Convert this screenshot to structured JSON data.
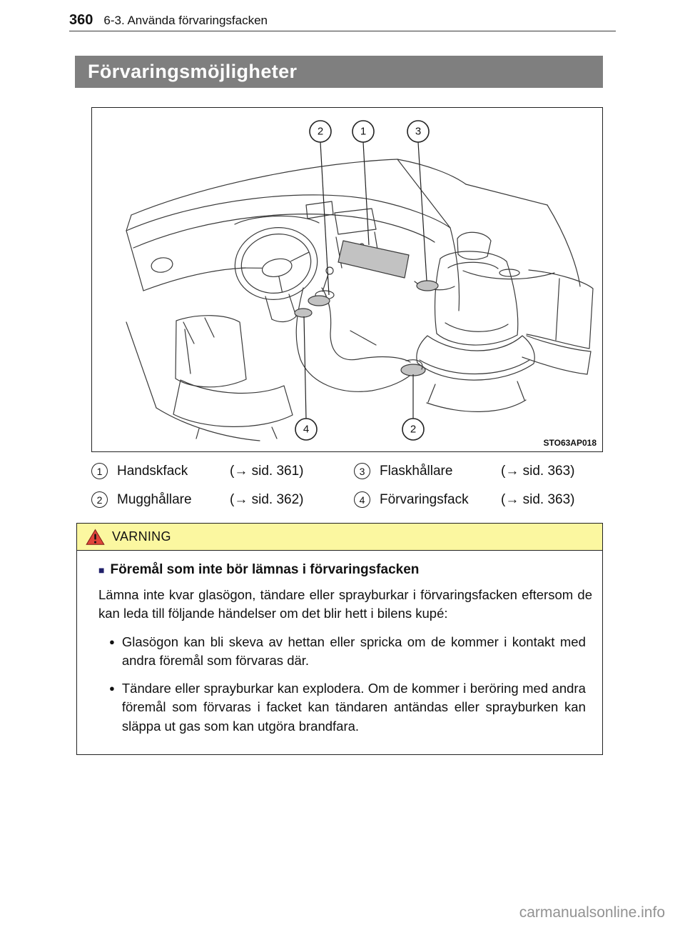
{
  "page": {
    "number": "360",
    "section_header": "6-3. Använda förvaringsfacken",
    "title": "Förvaringsmöjligheter",
    "watermark": "carmanualsonline.info"
  },
  "figure": {
    "code": "STO63AP018",
    "callouts": [
      "2",
      "1",
      "3",
      "4",
      "2"
    ]
  },
  "legend": [
    {
      "num": "1",
      "label": "Handskfack",
      "ref": "(→ sid. 361)"
    },
    {
      "num": "2",
      "label": "Mugghållare",
      "ref": "(→ sid. 362)"
    },
    {
      "num": "3",
      "label": "Flaskhållare",
      "ref": "(→ sid. 363)"
    },
    {
      "num": "4",
      "label": "Förvaringsfack",
      "ref": "(→ sid. 363)"
    }
  ],
  "icons": {
    "square_bullet": "■",
    "dot_bullet": "●"
  },
  "warning": {
    "title": "VARNING",
    "heading": "Föremål som inte bör lämnas i förvaringsfacken",
    "intro": "Lämna inte kvar glasögon, tändare eller sprayburkar i förvaringsfacken eftersom de kan leda till följande händelser om det blir hett i bilens kupé:",
    "bullets": [
      "Glasögon kan bli skeva av hettan eller spricka om de kommer i kontakt med andra föremål som förvaras där.",
      "Tändare eller sprayburkar kan explodera. Om de kommer i beröring med andra föremål som förvaras i facket kan tändaren antändas eller sprayburken kan släppa ut gas som kan utgöra brandfara."
    ]
  }
}
